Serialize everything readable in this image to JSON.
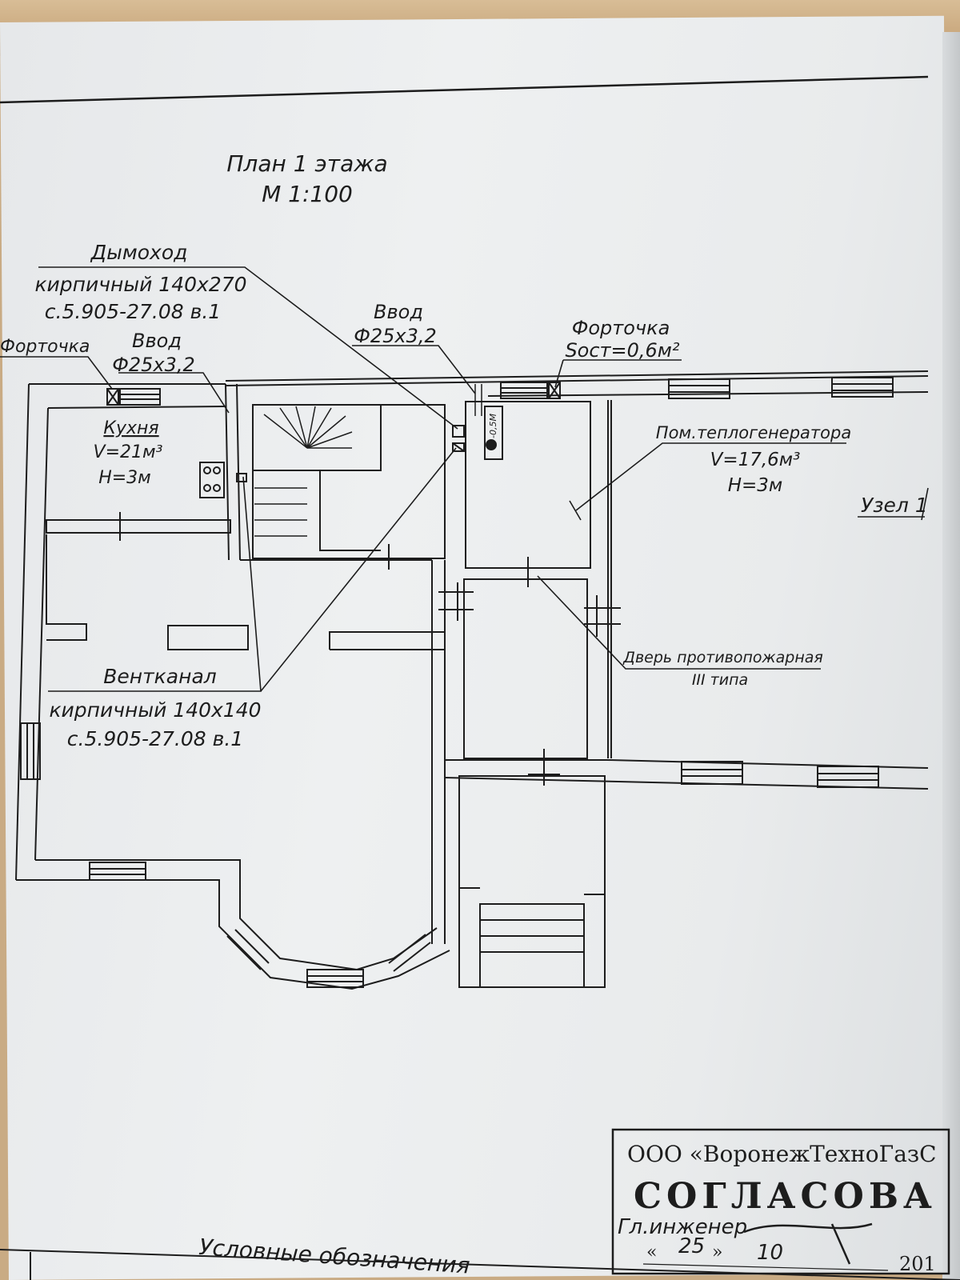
{
  "drawing": {
    "title": "План 1 этажа",
    "scale": "М 1:100"
  },
  "labels": {
    "chimney": {
      "title": "Дымоход",
      "line1": "кирпичный 140х270",
      "line2": "с.5.905-27.08 в.1"
    },
    "inlet_center": {
      "title": "Ввод",
      "size": "Ф25х3,2"
    },
    "inlet_left": {
      "title": "Ввод",
      "size": "Ф25х3,2"
    },
    "fortochka_left": {
      "title": "Форточка"
    },
    "fortochka_right": {
      "title": "Форточка",
      "area": "Sост=0,6м²"
    },
    "kitchen": {
      "name": "Кухня",
      "volume": "V=21м³",
      "height": "Н=3м"
    },
    "boiler_room": {
      "name": "Пом.теплогенератора",
      "volume": "V=17,6м³",
      "height": "Н=3м"
    },
    "node": "Узел 1",
    "vent": {
      "title": "Вентканал",
      "line1": "кирпичный 140х140",
      "line2": "с.5.905-27.08 в.1"
    },
    "fire_door": {
      "line1": "Дверь противопожарная",
      "line2": "III типа"
    },
    "equipment_mark": "-0,5М",
    "legend_heading": "Условные обозначения"
  },
  "stamp": {
    "org": "ООО «ВоронежТехноГазС",
    "approved": "СОГЛАСОВА",
    "signature_text": "Гл.инженер",
    "day": "25",
    "month": "10",
    "year": "201"
  },
  "colors": {
    "ink": "#1d1d1d",
    "paper": "#eceeef",
    "desk": "#c9ab84"
  }
}
